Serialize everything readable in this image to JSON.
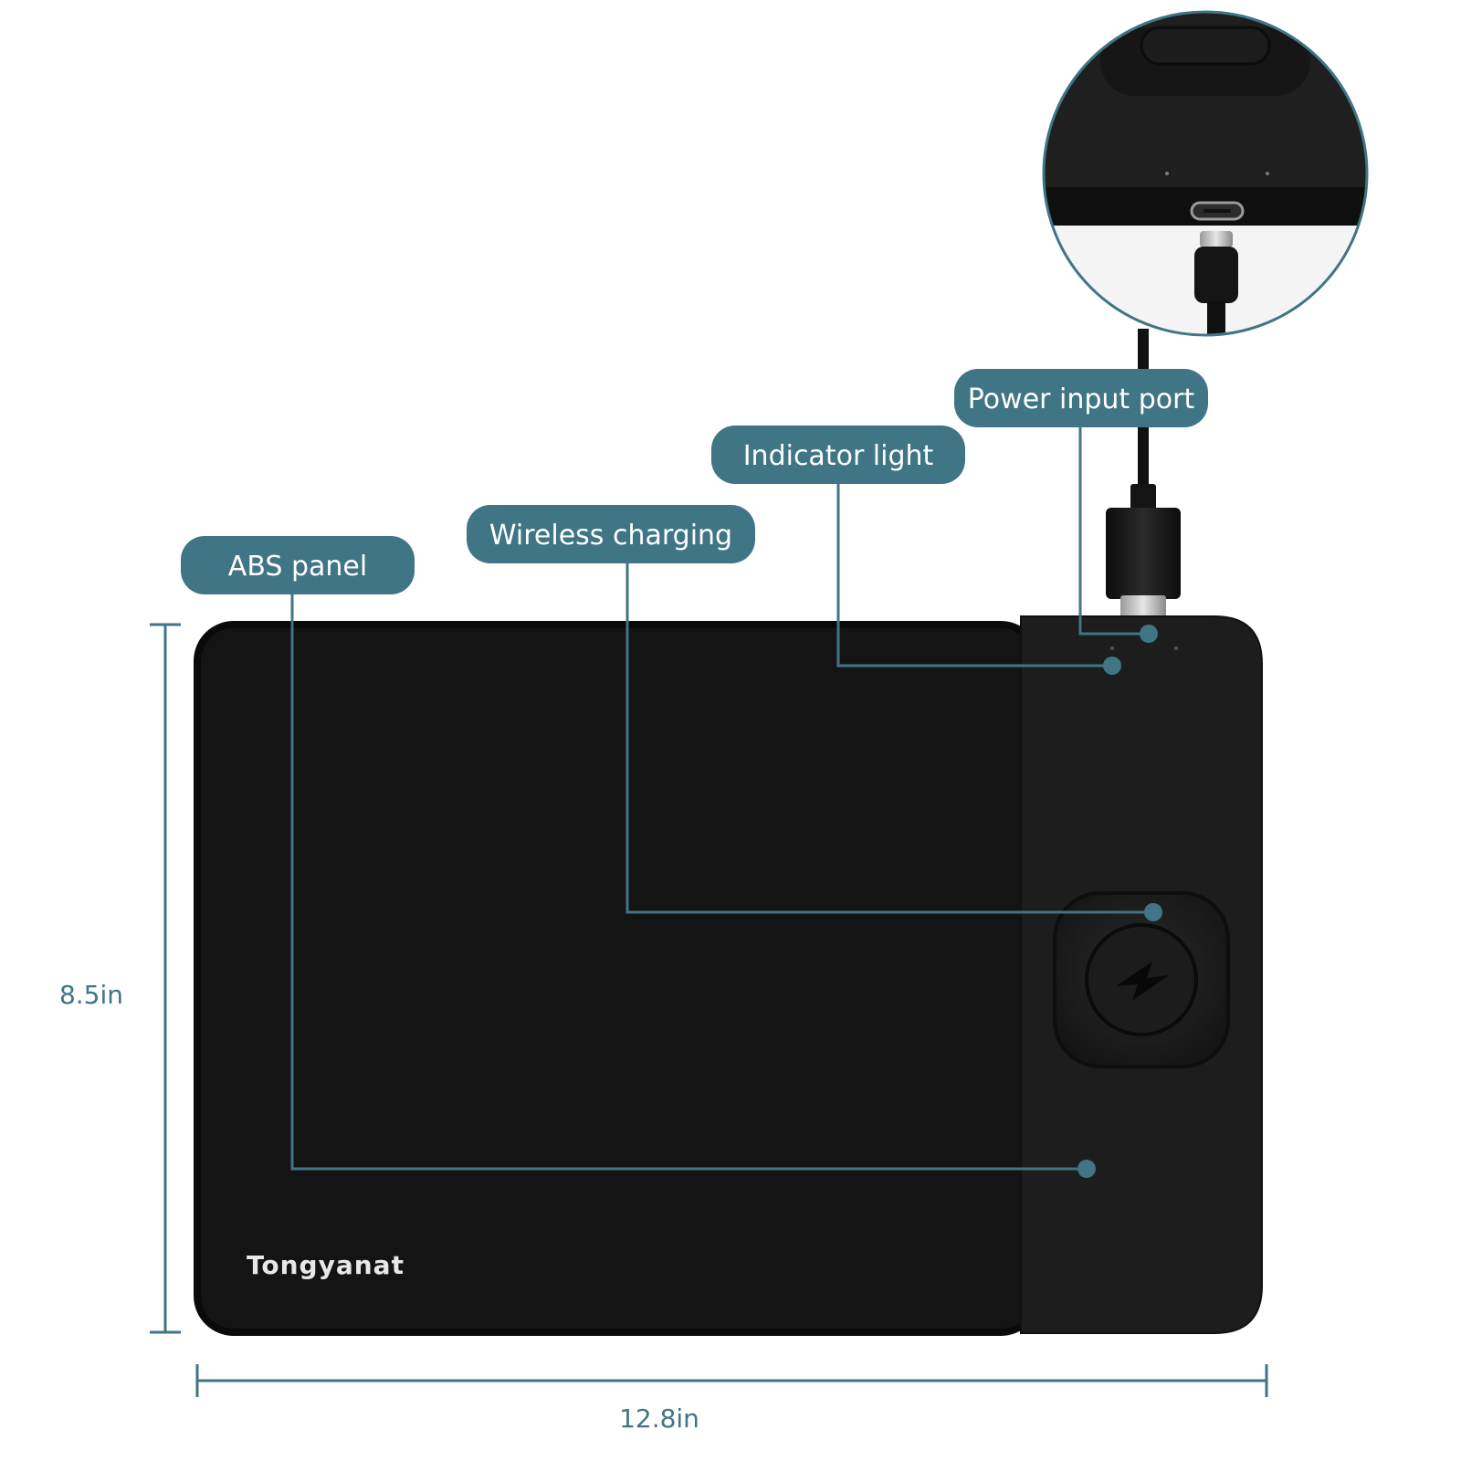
{
  "colors": {
    "accent": "#3f7585",
    "mat": "#141414",
    "mat_edge": "#0a0a0a",
    "panel": "#1d1d1d",
    "background": "#ffffff"
  },
  "brand": "Tongyanat",
  "callouts": {
    "abs_panel": "ABS panel",
    "wireless_charging": "Wireless charging",
    "indicator_light": "Indicator light",
    "power_input_port": "Power input port"
  },
  "dimensions": {
    "height": "8.5in",
    "width": "12.8in"
  },
  "icons": {
    "charger": "lightning-bolt-icon",
    "port": "usb-c-icon"
  }
}
